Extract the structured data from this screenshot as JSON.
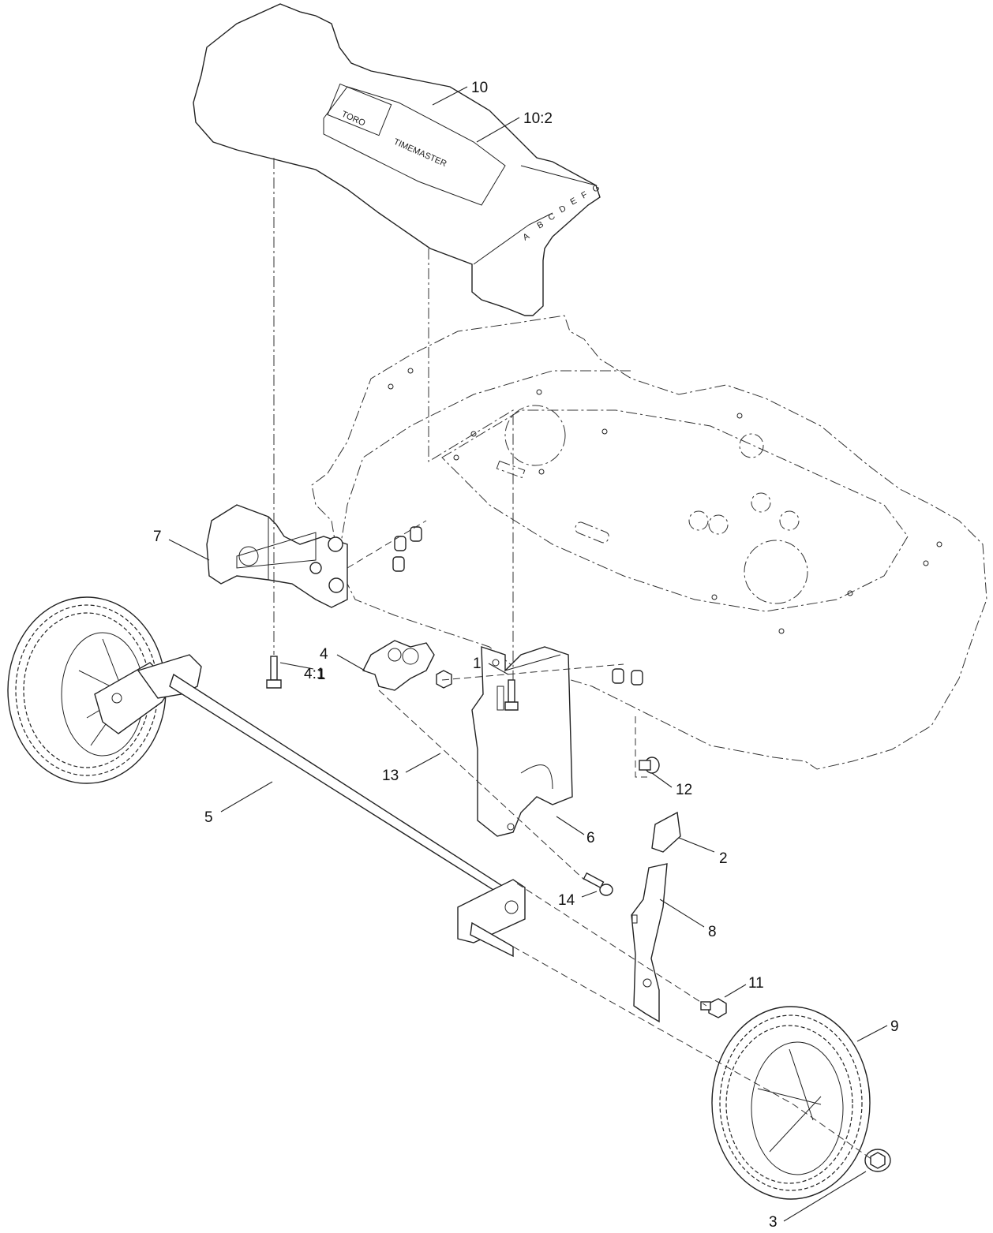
{
  "callouts": [
    {
      "id": "10",
      "text": "10"
    },
    {
      "id": "10-2",
      "text": "10:2"
    },
    {
      "id": "7",
      "text": "7"
    },
    {
      "id": "1a",
      "text": "1"
    },
    {
      "id": "1b",
      "text": "1"
    },
    {
      "id": "4",
      "text": "4"
    },
    {
      "id": "4-1",
      "text": "4:1"
    },
    {
      "id": "13",
      "text": "13"
    },
    {
      "id": "12",
      "text": "12"
    },
    {
      "id": "5",
      "text": "5"
    },
    {
      "id": "6",
      "text": "6"
    },
    {
      "id": "2",
      "text": "2"
    },
    {
      "id": "14",
      "text": "14"
    },
    {
      "id": "8",
      "text": "8"
    },
    {
      "id": "11",
      "text": "11"
    },
    {
      "id": "9",
      "text": "9"
    },
    {
      "id": "3",
      "text": "3"
    }
  ],
  "height_letters": [
    "A",
    "B",
    "C",
    "D",
    "E",
    "F",
    "G"
  ],
  "logo": {
    "brand": "TORO",
    "model": "TIMEMASTER"
  }
}
